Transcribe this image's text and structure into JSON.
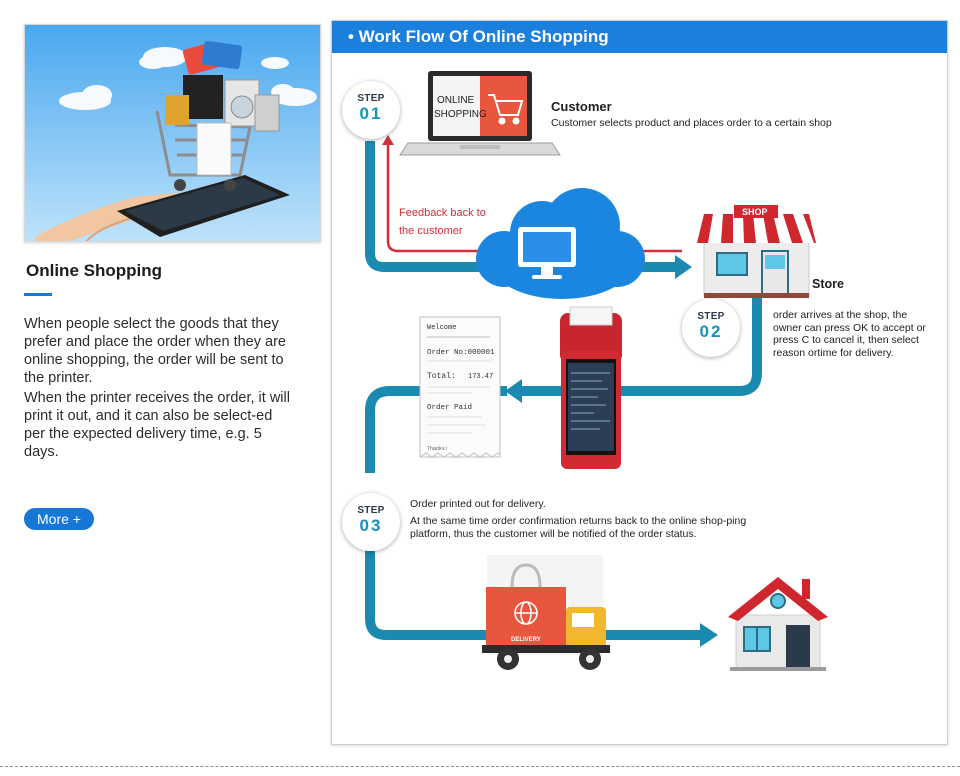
{
  "left": {
    "title": "Online Shopping",
    "paragraph1": "When people select the goods that they prefer and place the order when they are online shopping, the order will be sent to the printer.",
    "paragraph2": "When the printer receives the order, it will print it out, and it can also be select-ed per the expected delivery time, e.g. 5 days.",
    "more_label": "More +"
  },
  "panel": {
    "header": "• Work Flow Of  Online Shopping",
    "laptop_screen_text_line1": "ONLINE",
    "laptop_screen_text_line2": "SHOPPING",
    "customer_title": "Customer",
    "customer_desc": "Customer selects product and places order to a certain shop",
    "feedback_text": "Feedback back to the customer",
    "shop_sign": "SHOP",
    "store_title": "Store",
    "store_desc": "order arrives at the shop, the owner can press OK to accept or press C to cancel it, then select reason ortime for delivery.",
    "receipt": {
      "welcome": "Welcome",
      "order_no": "Order No:000001",
      "total_label": "Total:",
      "total_value": "173.47",
      "paid": "Order Paid",
      "thanks": "Thanks!"
    },
    "printed_text": "Order printed out for delivery.",
    "confirm_text": "At the same time order confirmation returns back to the online shop-ping platform, thus the customer will be notified of the order status.",
    "truck_label": "DELIVERY",
    "steps": [
      {
        "word": "STEP",
        "num": "01"
      },
      {
        "word": "STEP",
        "num": "02"
      },
      {
        "word": "STEP",
        "num": "03"
      }
    ]
  },
  "colors": {
    "accent_blue": "#1a80dc",
    "flow_teal": "#1a8ab0",
    "feedback_red": "#d42d39",
    "shop_red": "#d0272f"
  },
  "icons": [
    "laptop-icon",
    "cart-icon",
    "cloud-icon",
    "monitor-icon",
    "shop-icon",
    "receipt-icon",
    "pos-terminal-icon",
    "delivery-truck-icon",
    "globe-icon",
    "house-icon"
  ]
}
